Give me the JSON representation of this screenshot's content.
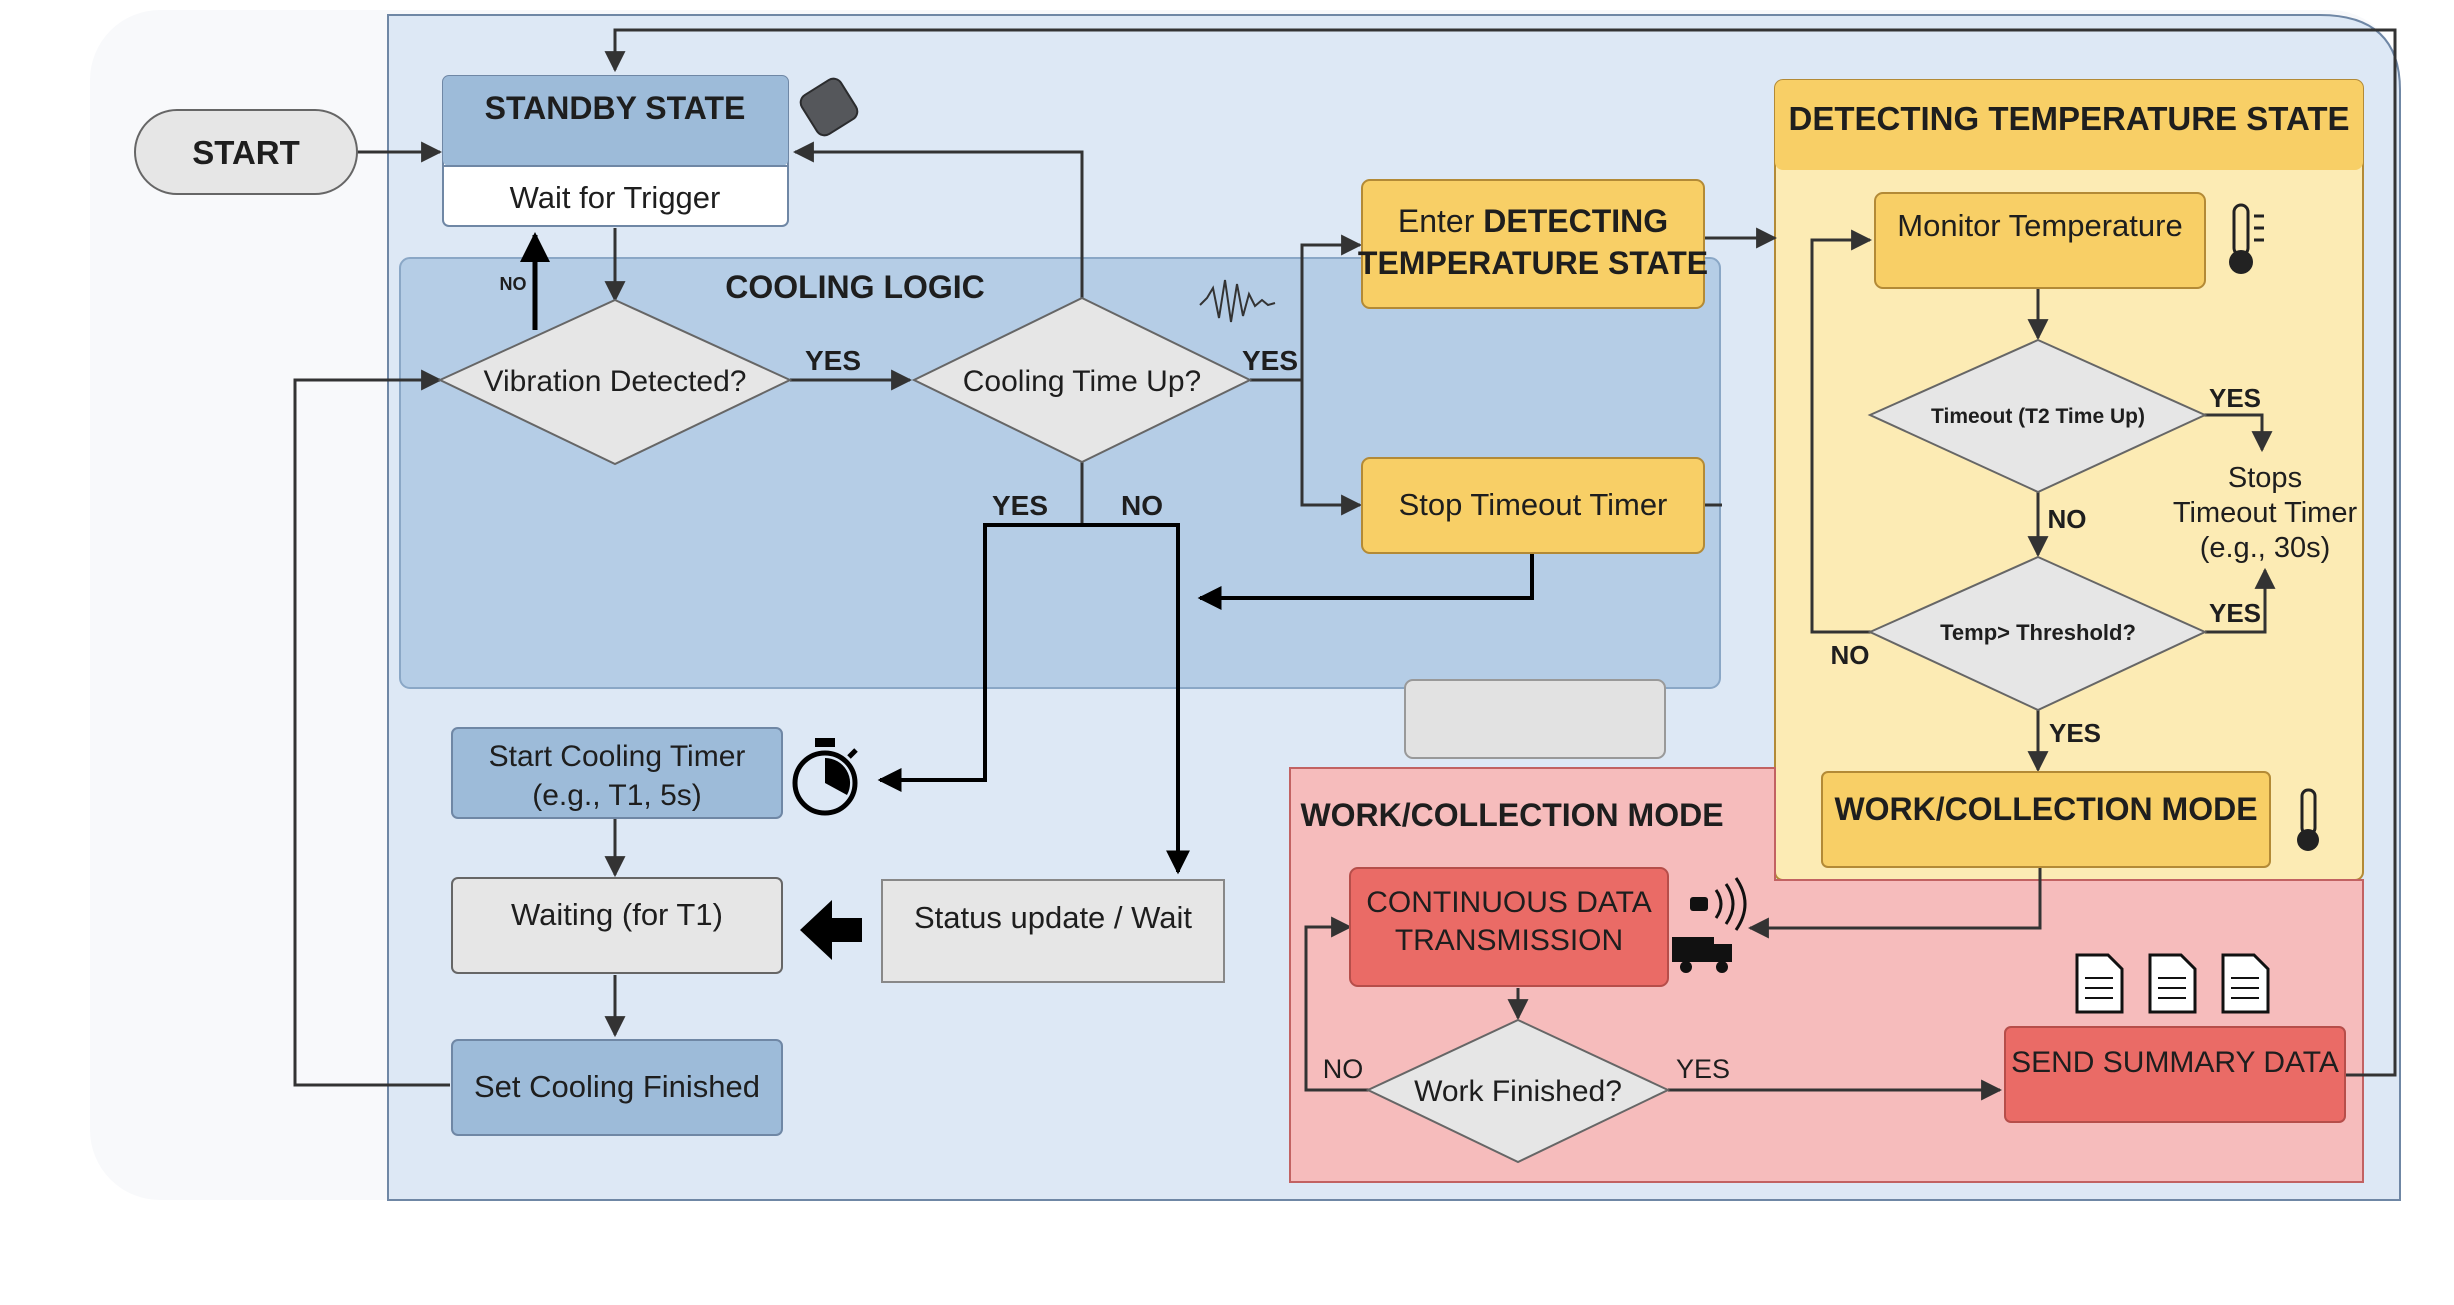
{
  "start": {
    "label": "START"
  },
  "standby": {
    "title": "STANDBY STATE",
    "subtitle": "Wait for Trigger"
  },
  "cooling_logic": {
    "title": "COOLING LOGIC",
    "vibration_question": "Vibration Detected?",
    "cooling_question": "Cooling Time Up?",
    "no_label": "NO",
    "yes_label_1": "YES",
    "yes_label_2": "YES",
    "yes_label_3": "YES",
    "no_label_2": "NO"
  },
  "enter_detecting": {
    "line1_prefix": "Enter ",
    "line1_bold": "DETECTING",
    "line2": "TEMPERATURE STATE"
  },
  "stop_timeout": {
    "label": "Stop Timeout Timer"
  },
  "detecting_state": {
    "title": "DETECTING TEMPERATURE STATE",
    "monitor": "Monitor Temperature",
    "timeout_question": "Timeout (T2 Time Up)",
    "temp_question": "Temp> Threshold?",
    "yes_a": "YES",
    "yes_b": "YES",
    "yes_c": "YES",
    "no_a": "NO",
    "no_b": "NO",
    "stops_line1": "Stops",
    "stops_line2": "Timeout Timer",
    "stops_line3": "(e.g., 30s)",
    "work_mode_box": "WORK/COLLECTION MODE"
  },
  "timer_flow": {
    "start_cooling_1": "Start Cooling Timer",
    "start_cooling_2": "(e.g., T1, 5s)",
    "waiting": "Waiting (for T1)",
    "status_update": "Status update / Wait",
    "set_cooling_finished": "Set Cooling Finished"
  },
  "work_mode": {
    "title": "WORK/COLLECTION MODE",
    "continuous_1": "CONTINUOUS DATA",
    "continuous_2": "TRANSMISSION",
    "work_finished": "Work Finished?",
    "no_label": "NO",
    "yes_label": "YES",
    "send_summary": "SEND SUMMARY DATA"
  },
  "colors": {
    "outer_bg": "#dde8f5",
    "cooling_bg": "#b5cde6",
    "blue_box": "#9dbbd9",
    "yellow_panel": "#fcebb4",
    "yellow_box": "#f8cf66",
    "red_panel": "#f6bcbc",
    "red_box": "#ea6b66",
    "gray_box": "#e6e6e6"
  }
}
